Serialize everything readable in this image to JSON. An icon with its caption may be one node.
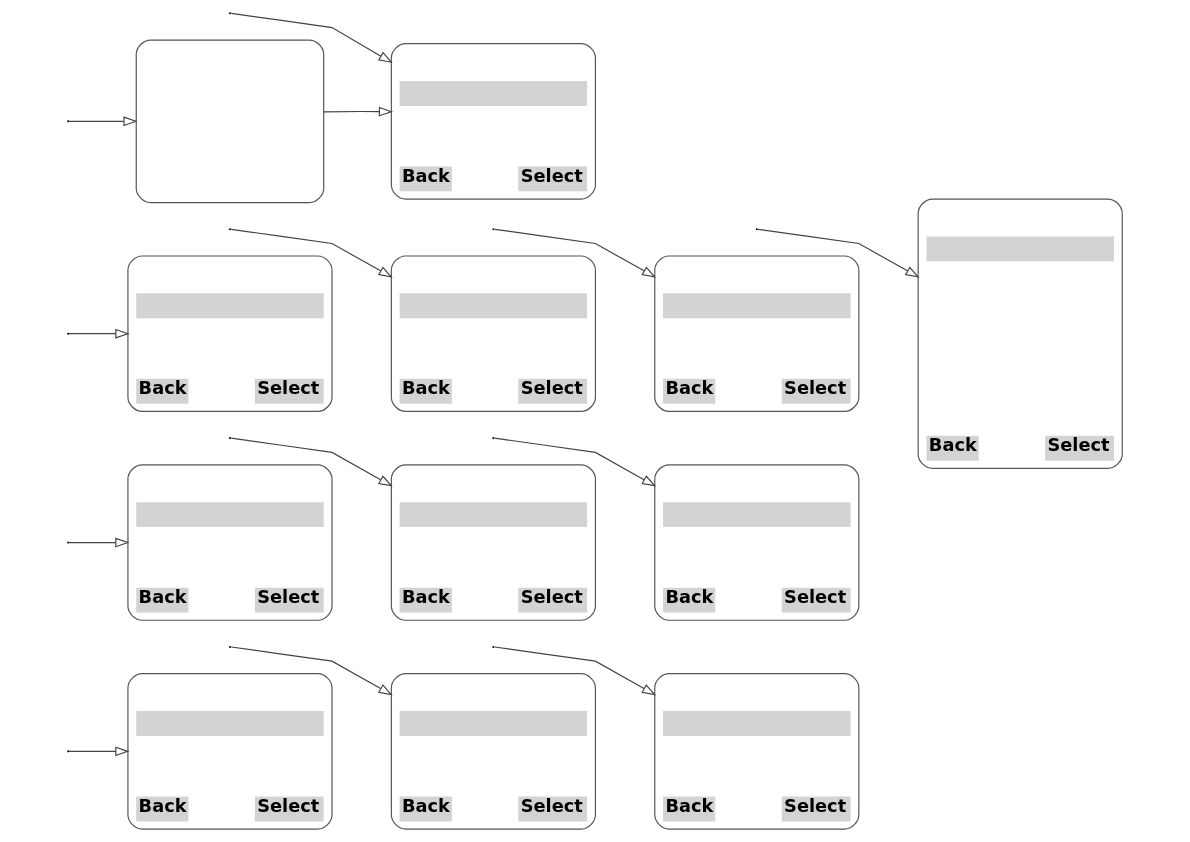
{
  "diagram": {
    "nodes": [
      {
        "text": [
          "Back",
          "Select"
        ]
      },
      {
        "text": [
          "Back",
          "Select"
        ]
      },
      {
        "text": [
          "Back",
          "Select"
        ]
      },
      {
        "text": [
          "Back",
          "Select"
        ]
      },
      {
        "text": [
          "Back",
          "Select"
        ]
      },
      {
        "text": [
          "Back",
          "Select"
        ]
      },
      {
        "text": [
          "Back",
          "Select"
        ]
      },
      {
        "text": [
          "Back",
          "Select"
        ]
      },
      {
        "text": [
          "Back",
          "Select"
        ]
      },
      {
        "text": [
          "Back",
          "Select"
        ]
      },
      {
        "text": [],
        "shape": "box"
      },
      {
        "text": [
          "Back",
          "Select"
        ]
      }
    ],
    "edges": [
      {
        "from": null,
        "to": 0,
        "arrow": "to"
      },
      {
        "from": null,
        "to": 1,
        "arrow": "to"
      },
      {
        "from": null,
        "to": 2,
        "arrow": "to"
      },
      {
        "from": null,
        "to": 3,
        "arrow": "to"
      },
      {
        "from": null,
        "to": 4,
        "arrow": "to"
      },
      {
        "from": null,
        "to": 5,
        "arrow": "to"
      },
      {
        "from": null,
        "to": 6,
        "arrow": "to"
      },
      {
        "from": null,
        "to": 7,
        "arrow": "to"
      },
      {
        "from": null,
        "to": 8,
        "arrow": "to"
      },
      {
        "from": null,
        "to": 9,
        "arrow": "to"
      },
      {
        "from": null,
        "to": 10,
        "arrow": "to"
      },
      {
        "from": null,
        "to": 11,
        "arrow": "to"
      },
      {
        "from": 10,
        "to": 11,
        "arrow": "to"
      }
    ]
  }
}
